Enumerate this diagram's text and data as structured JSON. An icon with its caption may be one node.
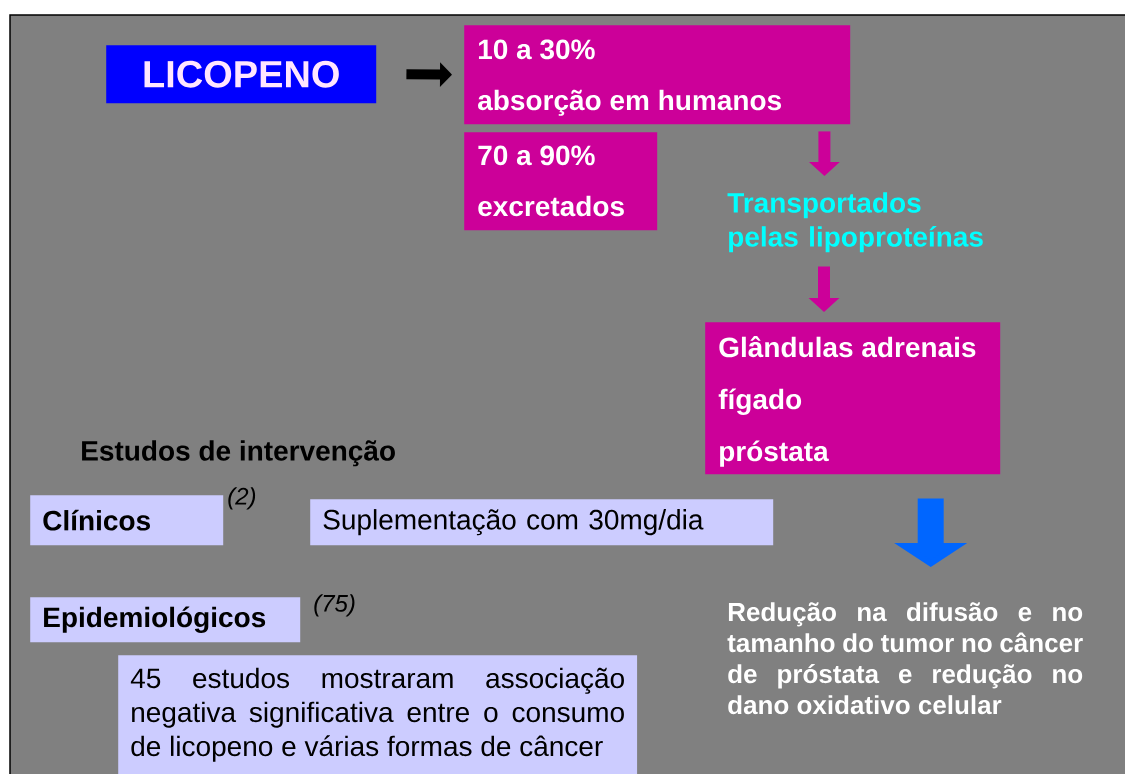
{
  "diagram": {
    "nodes": [
      {
        "text": [
          "LICOPENO"
        ]
      },
      {
        "text": [
          "10 a 30%",
          "absorção em humanos"
        ]
      },
      {
        "text": [
          "70 a 90%",
          "excretados"
        ]
      },
      {
        "text": [
          "Transportados pelas lipoproteínas"
        ]
      },
      {
        "text": [
          "Glândulas adrenais",
          "fígado",
          "próstata"
        ]
      },
      {
        "text": [
          "Redução na difusão e no tamanho do tumor no câncer de próstata e redução no dano oxidativo celular"
        ]
      },
      {
        "text": [
          "Clínicos"
        ],
        "beside": [
          "(2)"
        ]
      },
      {
        "text": [
          "Suplementação com 30mg/dia"
        ]
      },
      {
        "text": [
          "Epidemiológicos"
        ],
        "beside": [
          "(75)"
        ]
      },
      {
        "text": [
          "45 estudos mostraram associação negativa significativa entre o consumo de licopeno e várias formas de câncer"
        ]
      }
    ],
    "edges": [
      {
        "from": 0,
        "to": 1,
        "arrow": "to",
        "color": "#000000"
      },
      {
        "from": 1,
        "to": 3,
        "arrow": "to"
      },
      {
        "from": 3,
        "to": 4,
        "arrow": "to"
      },
      {
        "from": 4,
        "to": 5,
        "arrow": "to",
        "style": "thick",
        "color": "#0066ff"
      }
    ],
    "labels": [
      "Estudos de intervenção"
    ]
  }
}
